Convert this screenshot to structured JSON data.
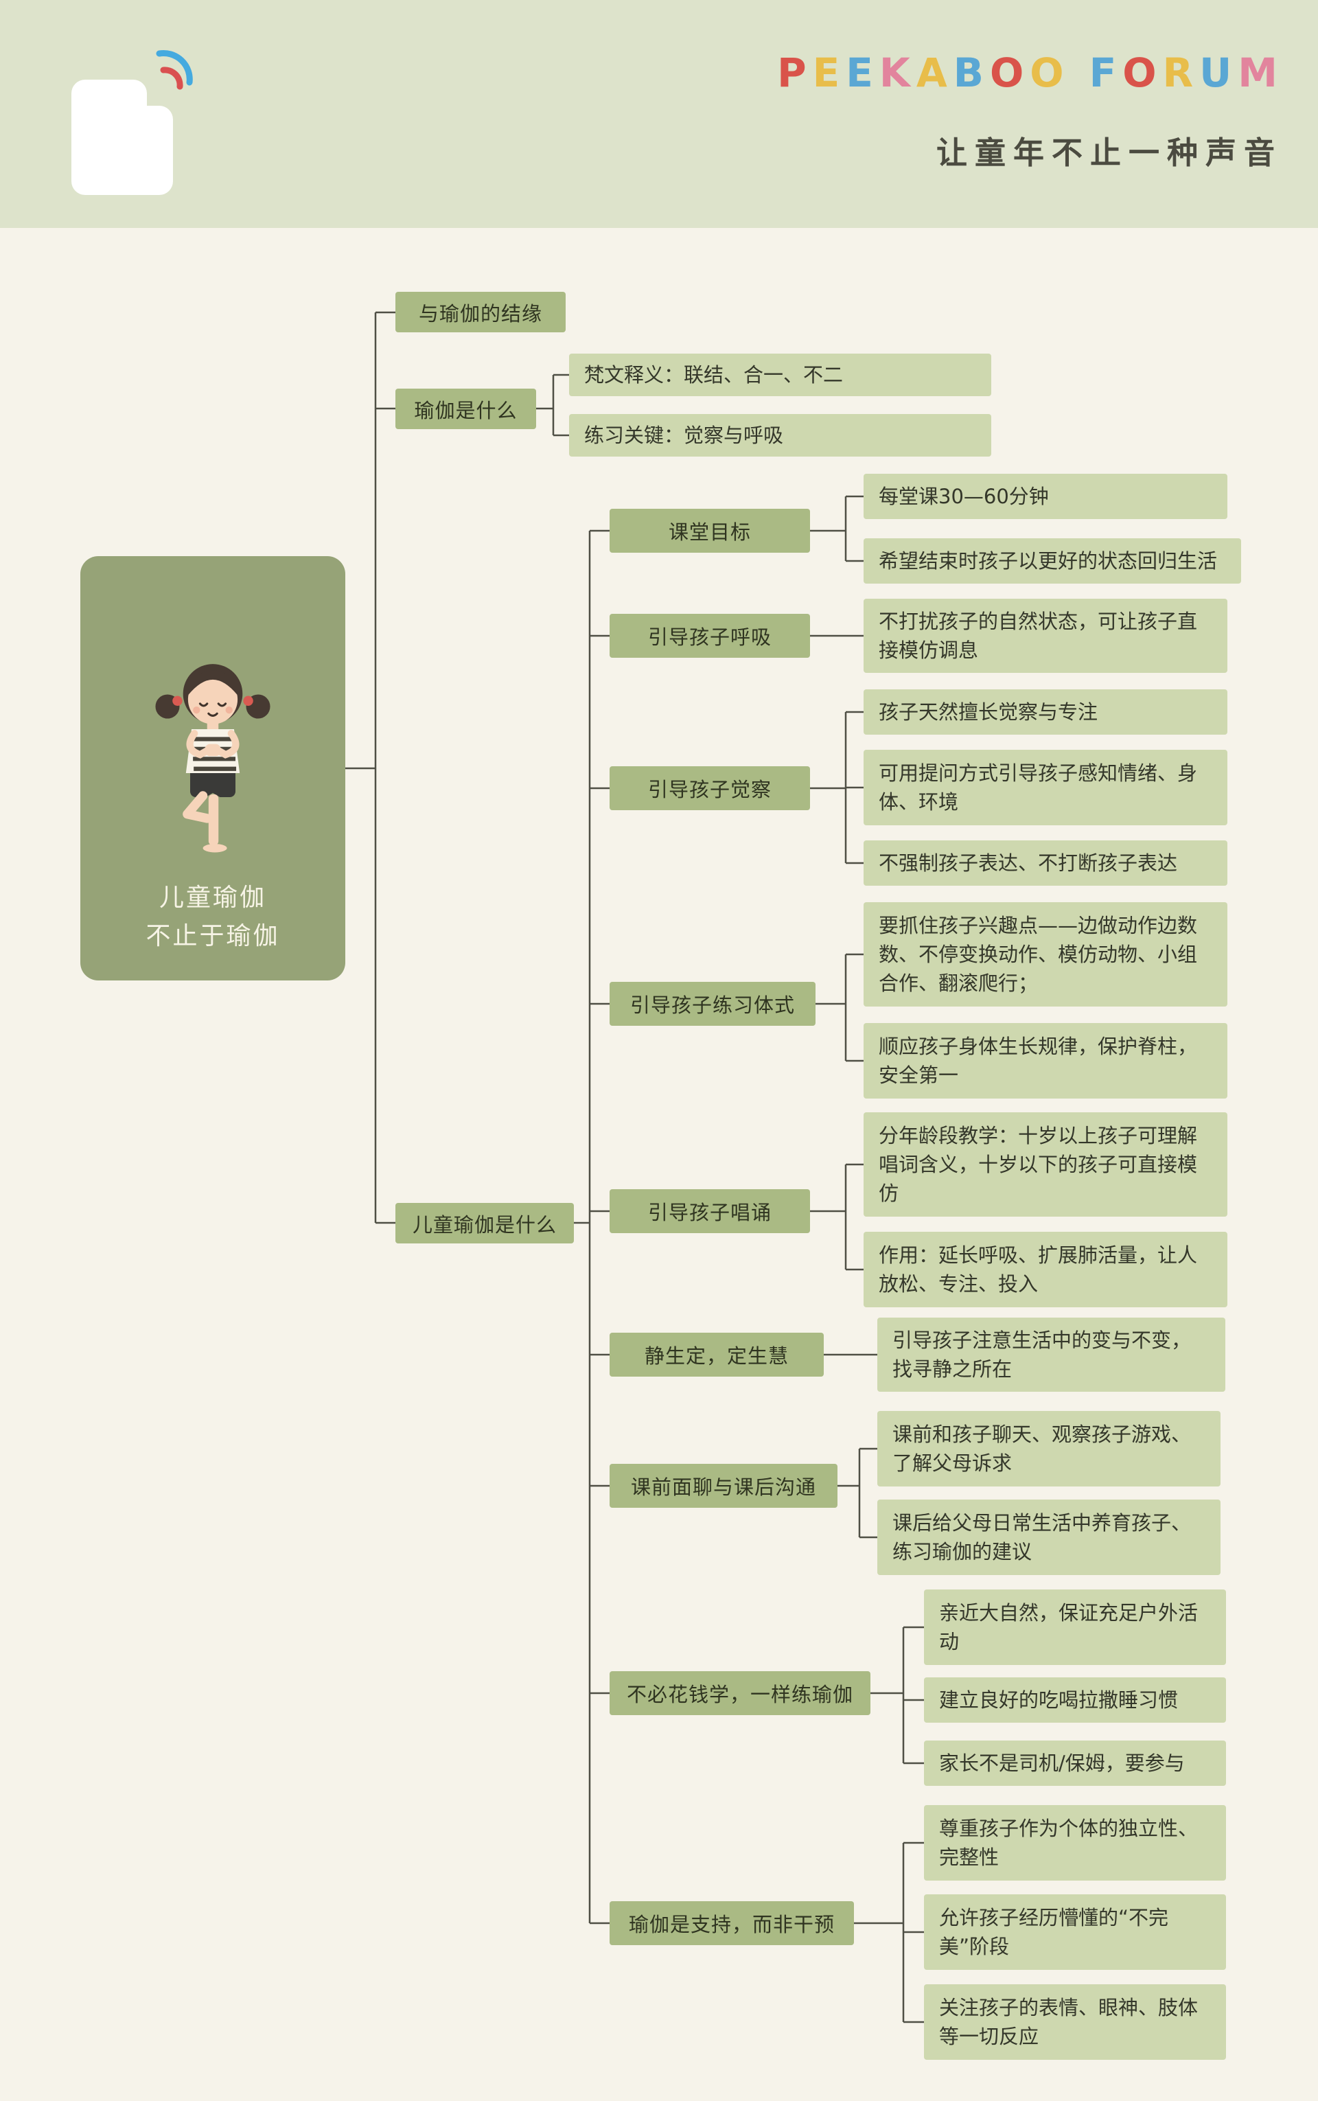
{
  "header": {
    "brand_letters": [
      {
        "ch": "P",
        "color": "#d9534a"
      },
      {
        "ch": "E",
        "color": "#e8bd4a"
      },
      {
        "ch": "E",
        "color": "#5aa7d4"
      },
      {
        "ch": "K",
        "color": "#e2849d"
      },
      {
        "ch": "A",
        "color": "#e8bd4a"
      },
      {
        "ch": "B",
        "color": "#5aa7d4"
      },
      {
        "ch": "O",
        "color": "#d9534a"
      },
      {
        "ch": "O",
        "color": "#e8bd4a"
      },
      {
        "ch": "F",
        "color": "#5aa7d4"
      },
      {
        "ch": "O",
        "color": "#d9534a"
      },
      {
        "ch": "R",
        "color": "#e8bd4a"
      },
      {
        "ch": "U",
        "color": "#5aa7d4"
      },
      {
        "ch": "M",
        "color": "#e2849d"
      }
    ],
    "tagline": "让童年不止一种声音"
  },
  "mindmap": {
    "root": {
      "line1": "儿童瑜伽",
      "line2": "不止于瑜伽"
    },
    "branches": [
      {
        "label": "与瑜伽的结缘"
      },
      {
        "label": "瑜伽是什么",
        "children": [
          {
            "label": "梵文释义：联结、合一、不二"
          },
          {
            "label": "练习关键：觉察与呼吸"
          }
        ]
      },
      {
        "label": "儿童瑜伽是什么",
        "children": [
          {
            "label": "课堂目标",
            "leaves": [
              "每堂课30—60分钟",
              "希望结束时孩子以更好的状态回归生活"
            ]
          },
          {
            "label": "引导孩子呼吸",
            "leaves": [
              "不打扰孩子的自然状态，可让孩子直接模仿调息"
            ]
          },
          {
            "label": "引导孩子觉察",
            "leaves": [
              "孩子天然擅长觉察与专注",
              "可用提问方式引导孩子感知情绪、身体、环境",
              "不强制孩子表达、不打断孩子表达"
            ]
          },
          {
            "label": "引导孩子练习体式",
            "leaves": [
              "要抓住孩子兴趣点——边做动作边数数、不停变换动作、模仿动物、小组合作、翻滚爬行；",
              "顺应孩子身体生长规律，保护脊柱，安全第一"
            ]
          },
          {
            "label": "引导孩子唱诵",
            "leaves": [
              "分年龄段教学：十岁以上孩子可理解唱词含义，十岁以下的孩子可直接模仿",
              "作用：延长呼吸、扩展肺活量，让人放松、专注、投入"
            ]
          },
          {
            "label": "静生定，定生慧",
            "leaves": [
              "引导孩子注意生活中的变与不变，找寻静之所在"
            ]
          },
          {
            "label": "课前面聊与课后沟通",
            "leaves": [
              "课前和孩子聊天、观察孩子游戏、了解父母诉求",
              "课后给父母日常生活中养育孩子、练习瑜伽的建议"
            ]
          },
          {
            "label": "不必花钱学，一样练瑜伽",
            "leaves": [
              "亲近大自然，保证充足户外活动",
              "建立良好的吃喝拉撒睡习惯",
              "家长不是司机/保姆，要参与"
            ]
          },
          {
            "label": "瑜伽是支持，而非干预",
            "leaves": [
              "尊重孩子作为个体的独立性、完整性",
              "允许孩子经历懵懂的“不完美”阶段",
              "关注孩子的表情、眼神、肢体等一切反应"
            ]
          }
        ]
      }
    ]
  },
  "colors": {
    "banner": "#dde3cb",
    "background": "#f6f3ea",
    "root_green": "#96a377",
    "category_green": "#aaba84",
    "leaf_green": "#ced8af",
    "line": "#4f4f45"
  }
}
